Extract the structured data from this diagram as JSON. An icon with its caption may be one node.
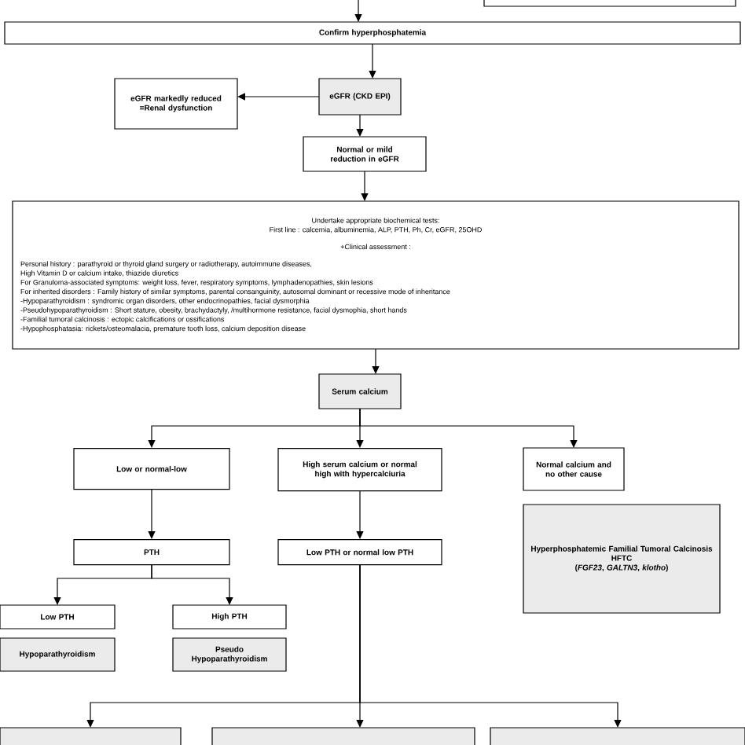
{
  "diagram": {
    "nodes": [
      {
        "text": [],
        "shape": "box"
      },
      {
        "text": [
          "Confirm hyperphosphatemia"
        ]
      },
      {
        "text": [
          "eGFR (CKD EPI)"
        ]
      },
      {
        "text": [
          "eGFR markedly reduced",
          "=Renal dysfunction"
        ]
      },
      {
        "text": [
          "Normal or mild reduction in eGFR"
        ]
      },
      {
        "text": [
          "Undertake appropriate biochemical tests:",
          "First line : calcemia, albuminemia, ALP, PTH, Ph, Cr, eGFR, 25OHD",
          "+Clinical assessment :",
          "Personal history : parathyroid or thyroid gland surgery or radiotherapy, autoimmune diseases,",
          "High Vitamin D or calcium intake, thiazide diuretics",
          "For Granuloma-associated symptoms: weight loss, fever, respiratory symptoms, lymphadenopathies, skin lesions",
          "For inherited disorders : Family history of similar symptoms, parental consanguinity, autosomal dominant or recessive mode of inheritance",
          "-Hypoparathyroidism : syndromic organ disorders, other endocrinopathies, facial dysmorphia",
          "-Pseudohypoparathyroidism : Short stature, obesity, brachydactyly, /multihormone resistance, facial dysmophia, short hands",
          "-Familial tumoral calcinosis : ectopic calcifications or ossifications",
          "-Hypophosphatasia: rickets/osteomalacia, premature tooth loss, calcium deposition disease"
        ]
      },
      {
        "text": [
          "Serum calcium"
        ]
      },
      {
        "text": [
          "Low or normal-low"
        ]
      },
      {
        "text": [
          "High serum calcium or normal high with hypercalciuria"
        ]
      },
      {
        "text": [
          "Normal calcium and no other cause"
        ]
      },
      {
        "text": [
          "Hyperphosphatemic Familial Tumoral Calcinosis",
          "HFTC",
          "(*FGF23*, *GALTN3*, *klotho*)"
        ]
      },
      {
        "text": [
          "PTH"
        ]
      },
      {
        "text": [
          "Low PTH or normal low PTH"
        ]
      },
      {
        "text": [
          "Low PTH"
        ]
      },
      {
        "text": [
          "High PTH"
        ]
      },
      {
        "text": [
          "Hypoparathyroidism"
        ]
      },
      {
        "text": [
          "Pseudo Hypoparathyroidism"
        ]
      },
      {
        "text": [],
        "shape": "box"
      },
      {
        "text": [],
        "shape": "box"
      },
      {
        "text": [],
        "shape": "box"
      }
    ],
    "edges": [
      {
        "from": null,
        "to": 1,
        "arrow": "to"
      },
      {
        "from": 1,
        "to": 2,
        "arrow": "to"
      },
      {
        "from": 2,
        "to": 3,
        "arrow": "to"
      },
      {
        "from": 2,
        "to": 4,
        "arrow": "to"
      },
      {
        "from": 4,
        "to": 5,
        "arrow": "to"
      },
      {
        "from": 5,
        "to": 6,
        "arrow": "to"
      },
      {
        "from": 6,
        "to": 7,
        "arrow": "to"
      },
      {
        "from": 6,
        "to": 8,
        "arrow": "to"
      },
      {
        "from": 6,
        "to": 9,
        "arrow": "to"
      },
      {
        "from": 7,
        "to": 11,
        "arrow": "to"
      },
      {
        "from": 8,
        "to": 12,
        "arrow": "to"
      },
      {
        "from": 11,
        "to": 13,
        "arrow": "to"
      },
      {
        "from": 11,
        "to": 14,
        "arrow": "to"
      },
      {
        "from": 12,
        "to": 17,
        "arrow": "to"
      },
      {
        "from": 12,
        "to": 18,
        "arrow": "to"
      },
      {
        "from": 12,
        "to": 19,
        "arrow": "to"
      }
    ]
  }
}
